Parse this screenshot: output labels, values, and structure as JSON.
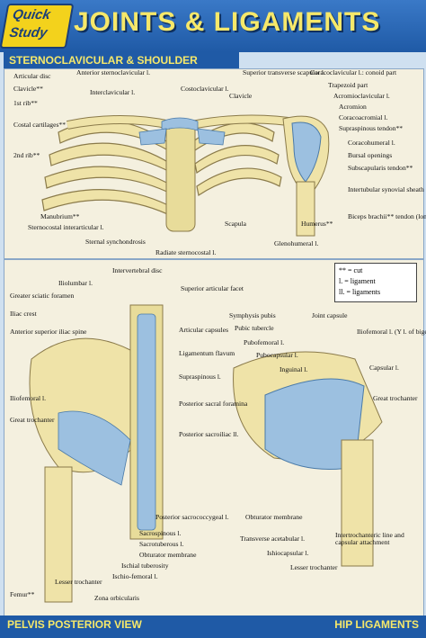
{
  "header": {
    "logo_line1": "Quick",
    "logo_line2": "Study",
    "title": "JOINTS & LIGAMENTS"
  },
  "section_title": "STERNOCLAVICULAR & SHOULDER",
  "labels_shoulder": [
    "Articular disc",
    "Clavicle**",
    "1st rib**",
    "Costal cartilages**",
    "2nd rib**",
    "Anterior sternoclavicular l.",
    "Interclavicular l.",
    "Costoclavicular l.",
    "Clavicle",
    "Superior transverse scapular l.",
    "Coracoclavicular l.: conoid part",
    "Trapezoid part",
    "Acromioclavicular l.",
    "Acromion",
    "Coracoacromial l.",
    "Supraspinous tendon**",
    "Coracohumeral l.",
    "Bursal openings",
    "Subscapularis tendon**",
    "Intertubular synovial sheath",
    "Biceps brachii** tendon (longhead)",
    "Humerus**",
    "Glenohumeral l.",
    "Scapula",
    "Manubrium**",
    "Sternocostal interarticular l.",
    "Sternal synchondrosis",
    "Radiate sternocostal l."
  ],
  "legend": [
    "** = cut",
    "l. = ligament",
    "ll. = ligaments"
  ],
  "labels_pelvis": [
    "Intervertebral disc",
    "Iliolumbar l.",
    "Greater sciatic foramen",
    "Iliac crest",
    "Anterior superior iliac spine",
    "Iliofemoral l.",
    "Great trochanter",
    "Superior articular facet",
    "Articular capsules",
    "Ligamentum flavum",
    "Supraspinous l.",
    "Posterior sacral foramina",
    "Posterior sacroiliac ll.",
    "Posterior sacrococcygeal l.",
    "Sacrospinous l.",
    "Sacrotuberous l.",
    "Obturator membrane",
    "Ischial tuberosity",
    "Ischio-femoral l.",
    "Femur**",
    "Lesser trochanter",
    "Zona orbicularis"
  ],
  "labels_hip": [
    "Symphysis pubis",
    "Pubic tubercle",
    "Pubofemoral l.",
    "Pubocapsular l.",
    "Inguinal l.",
    "Joint capsule",
    "Iliofemoral l. (Y l. of bigelow)",
    "Capsular l.",
    "Great trochanter",
    "Obturator membrane",
    "Transverse acetabular l.",
    "Ishiocapsular l.",
    "Lesser trochanter",
    "Intertrochanteric line and capsular attachment"
  ],
  "footer": {
    "left": "PELVIS POSTERIOR VIEW",
    "right": "HIP LIGAMENTS"
  },
  "colors": {
    "accent": "#1f5aa6",
    "title": "#f6e86a",
    "bone": "#efe3a8",
    "ligament": "#9cc0e0"
  }
}
